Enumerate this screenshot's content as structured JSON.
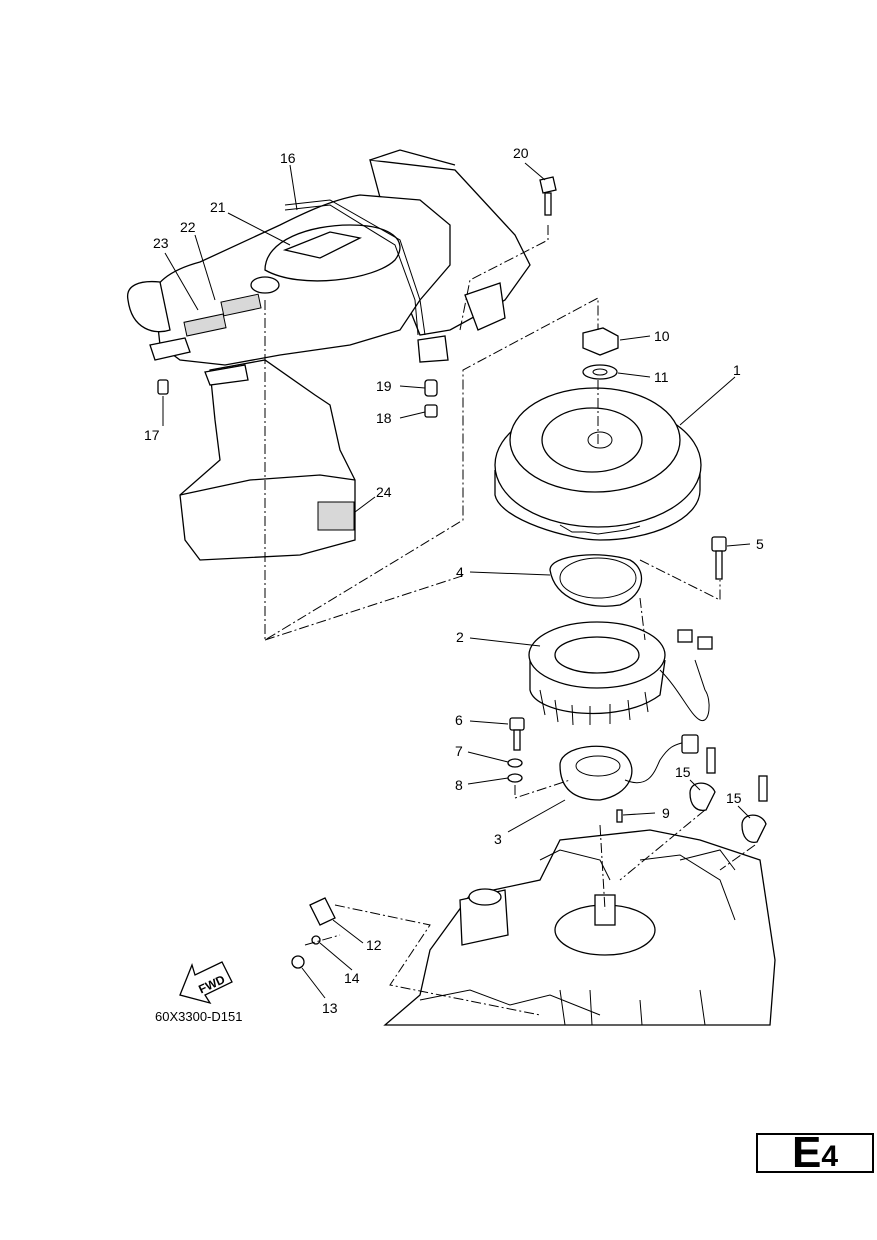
{
  "diagram": {
    "part_callouts": [
      "1",
      "2",
      "3",
      "4",
      "5",
      "6",
      "7",
      "8",
      "9",
      "10",
      "11",
      "12",
      "13",
      "14",
      "15",
      "15",
      "16",
      "17",
      "18",
      "19",
      "20",
      "21",
      "22",
      "23",
      "24"
    ],
    "figure_code": "60X3300-D151",
    "direction_label": "FWD"
  },
  "page_tag": {
    "letter": "E",
    "number": "4"
  }
}
